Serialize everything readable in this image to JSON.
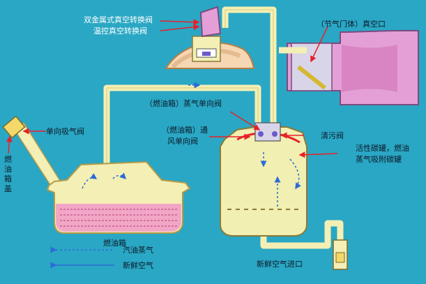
{
  "labels": {
    "bimetal_valve": "双金属式真空转换阀",
    "thermo_valve": "温控真空转换阀",
    "throttle_port": "（节气门体）真空口",
    "fuel_tank_vapor_valve": "（燃油箱）蒸气单向阀",
    "fuel_tank_vent_valve_1": "（燃油箱）通",
    "fuel_tank_vent_valve_2": "风单向阀",
    "purge_valve": "清污阀",
    "canister_1": "活性碳罐，燃油",
    "canister_2": "蒸气吸附碳罐",
    "check_valve_intake": "单向吸气阀",
    "fuel_tank": "燃油箱",
    "fresh_air_inlet": "新鲜空气进口",
    "tank_cap_chars": [
      "燃",
      "油",
      "箱",
      "盖"
    ]
  },
  "legend": {
    "vapor": "汽油蒸气",
    "fresh_air": "新鲜空气"
  },
  "colors": {
    "background": "#2aa7c4",
    "pipe": "#f4efb4",
    "canister": "#f1efb1",
    "fuel": "#f2a6c6",
    "throttle": "#e4a0d6",
    "pointer": "#e8202a",
    "arrow": "#2b6bd8"
  }
}
